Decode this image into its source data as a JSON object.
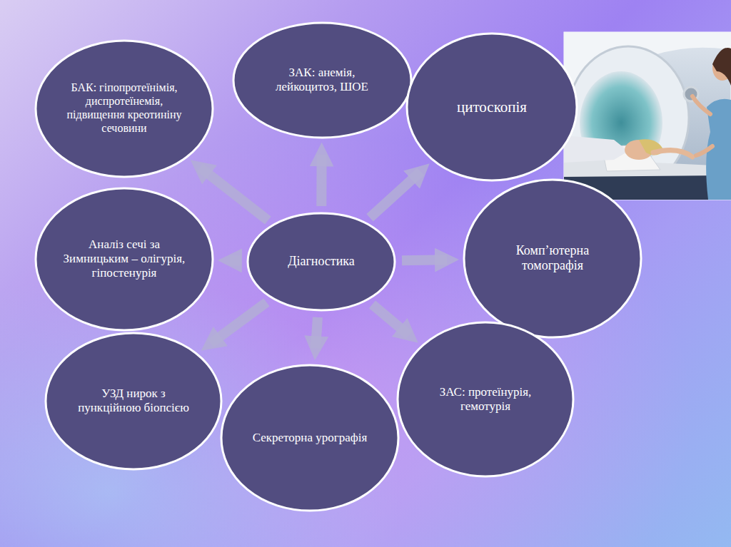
{
  "diagram": {
    "nodes": [
      {
        "text": [
          "Діагностика"
        ]
      },
      {
        "text": [
          "БАК: гіпопротеїнімія, диспротеїнемія, підвищення креотиніну сечовини"
        ]
      },
      {
        "text": [
          "ЗАК: анемія, лейкоцитоз, ШОЕ"
        ]
      },
      {
        "text": [
          "цитоскопія"
        ]
      },
      {
        "text": [
          "Комп’ютерна томографія"
        ]
      },
      {
        "text": [
          "ЗАС: протеїнурія, гемотурія"
        ]
      },
      {
        "text": [
          "Секреторна урографія"
        ]
      },
      {
        "text": [
          "УЗД нирок з пункційною біопсією"
        ]
      },
      {
        "text": [
          "Аналіз сечі за Зимницьким – олігурія, гіпостенурія"
        ]
      }
    ],
    "edges": [
      {
        "from": 0,
        "to": 1,
        "arrow": "to"
      },
      {
        "from": 0,
        "to": 2,
        "arrow": "to"
      },
      {
        "from": 0,
        "to": 3,
        "arrow": "to"
      },
      {
        "from": 0,
        "to": 4,
        "arrow": "to"
      },
      {
        "from": 0,
        "to": 5,
        "arrow": "to"
      },
      {
        "from": 0,
        "to": 6,
        "arrow": "to"
      },
      {
        "from": 0,
        "to": 7,
        "arrow": "to"
      },
      {
        "from": 0,
        "to": 8,
        "arrow": "to"
      }
    ]
  }
}
